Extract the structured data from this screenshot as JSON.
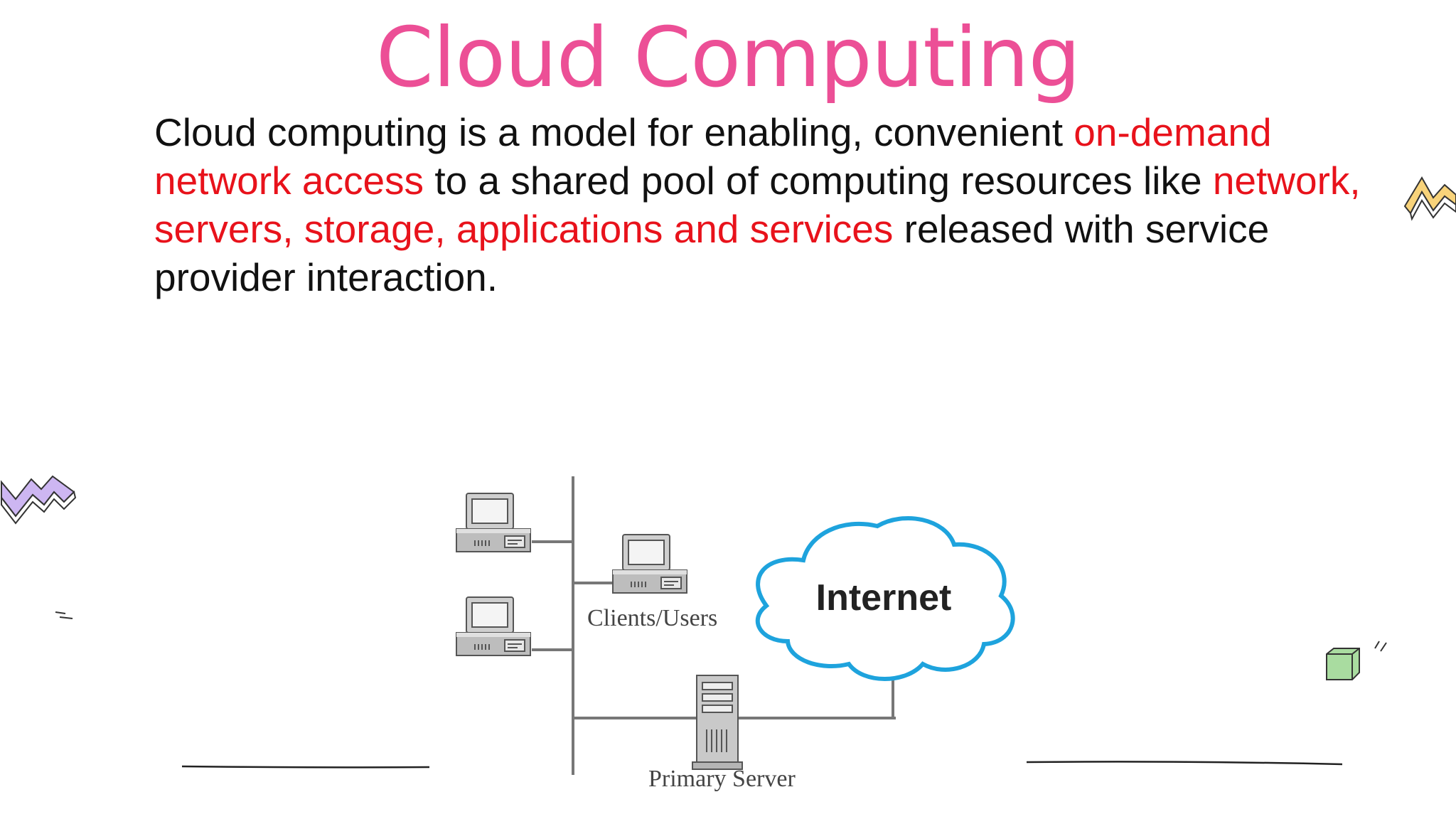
{
  "slide": {
    "title": "Cloud Computing",
    "definition": {
      "part1": "Cloud computing is a model for enabling, convenient ",
      "part2": "on-demand network access",
      "part3": " to a shared pool of computing resources like ",
      "part4": "network, servers, storage, applications and services",
      "part5": " released with service provider interaction."
    },
    "diagram": {
      "cloud_label": "Internet",
      "clients_label": "Clients/Users",
      "server_label": "Primary Server",
      "client_count": 3
    },
    "colors": {
      "title": "#ec4f96",
      "highlight": "#e8121b",
      "cloud_outline": "#1ea3dd",
      "text": "#111111"
    },
    "icons": [
      "desktop-computer-icon",
      "server-tower-icon",
      "cloud-icon",
      "zigzag-doodle-icon",
      "cube-doodle-icon"
    ]
  }
}
